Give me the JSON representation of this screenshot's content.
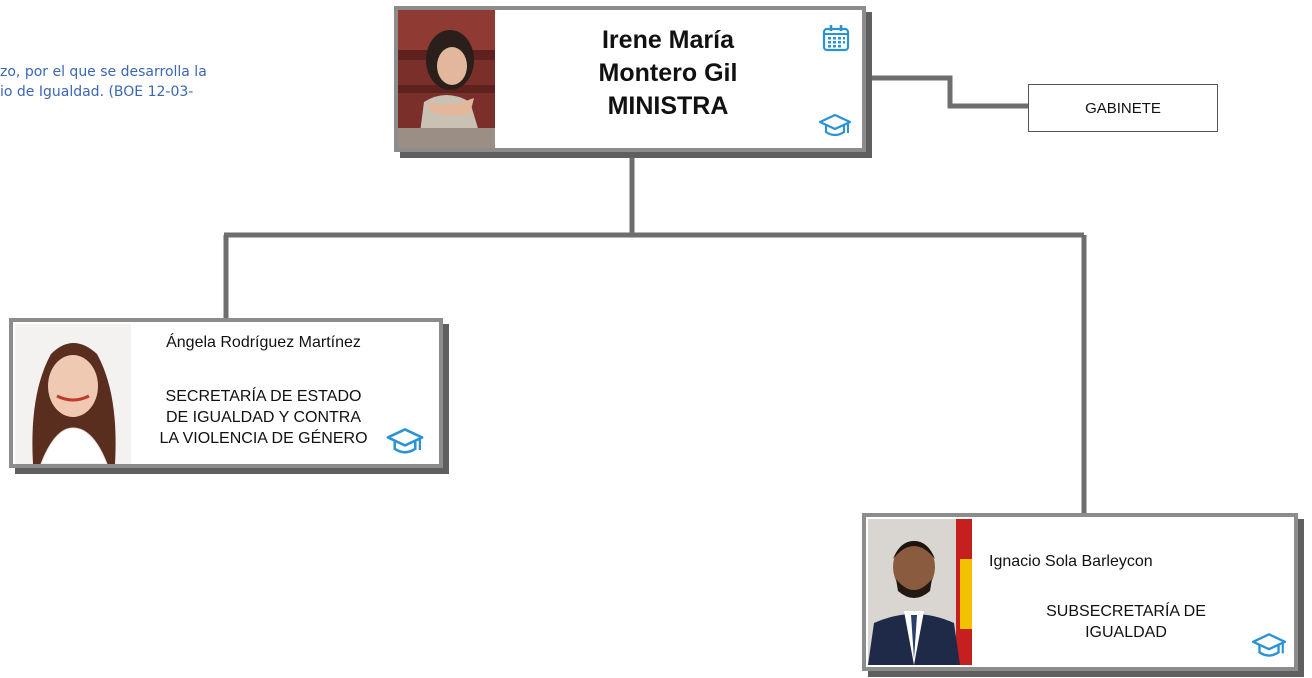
{
  "legal_text": "zo, por el que se desarrolla la\nio de Igualdad. (BOE 12-03-",
  "minister": {
    "name_line1": "Irene María",
    "name_line2": "Montero Gil",
    "role": "MINISTRA"
  },
  "gabinete": {
    "label": "GABINETE"
  },
  "secretaria": {
    "person": "Ángela Rodríguez Martínez",
    "unit_line1": "SECRETARÍA DE ESTADO",
    "unit_line2": "DE IGUALDAD Y CONTRA",
    "unit_line3": "LA VIOLENCIA DE GÉNERO"
  },
  "subsecretaria": {
    "person": "Ignacio Sola Barleycon",
    "unit_line1": "SUBSECRETARÍA DE",
    "unit_line2": "IGUALDAD"
  },
  "icons": {
    "calendar": "calendar-icon",
    "education": "graduation-cap-icon"
  },
  "colors": {
    "link_text": "#3a67b5",
    "box_border": "#8c8c8c",
    "box_shadow": "#5f5f5f",
    "connector": "#6e6e6e",
    "icon_blue": "#2a93d5"
  }
}
